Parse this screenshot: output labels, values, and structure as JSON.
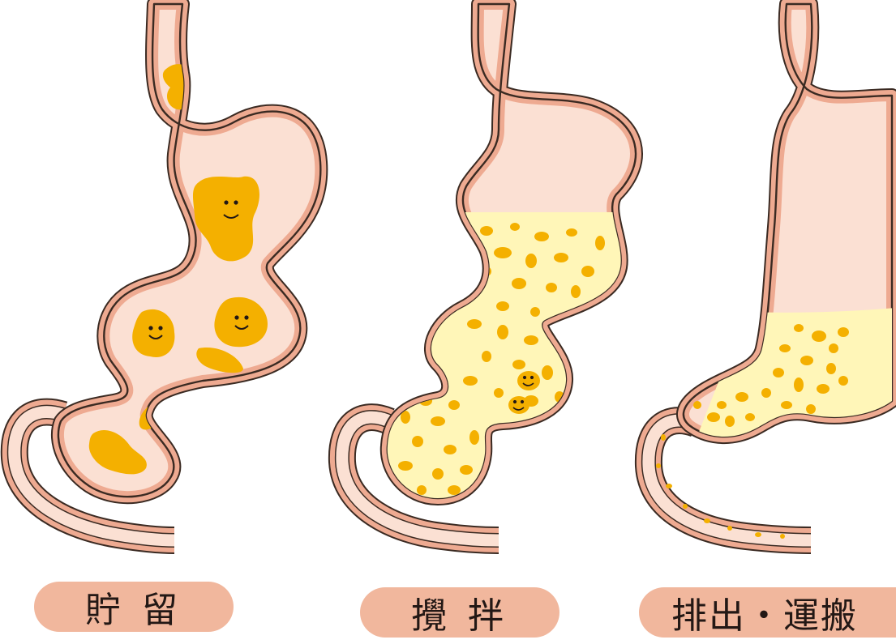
{
  "colors": {
    "outline": "#3a2a22",
    "wall": "#eeaa91",
    "lumen": "#fbe0d3",
    "food": "#f4b000",
    "chyme": "#fff6b8",
    "label_bg": "#f1b79d",
    "label_text": "#231815"
  },
  "stages": [
    {
      "label": "貯 留",
      "state": "storage"
    },
    {
      "label": "攪 拌",
      "state": "mixing"
    },
    {
      "label": "排出・運搬",
      "state": "emptying"
    }
  ]
}
